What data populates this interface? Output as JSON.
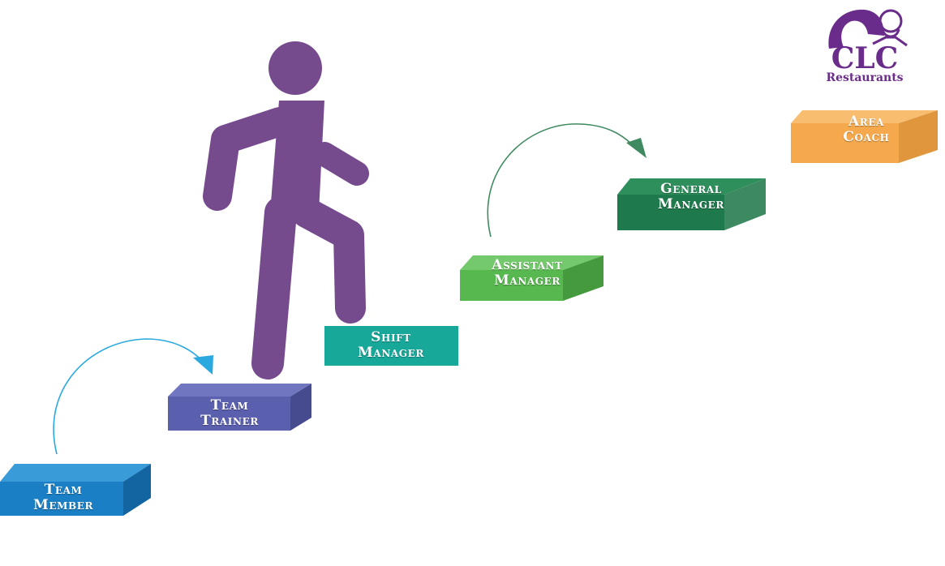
{
  "diagram": {
    "steps": [
      {
        "id": "team-member",
        "line1": "Team",
        "line2": "Member",
        "color": "#1a7fc4",
        "side": "#1265a0",
        "top": "#3a9bd9"
      },
      {
        "id": "team-trainer",
        "line1": "Team",
        "line2": "Trainer",
        "color": "#5a5fae",
        "side": "#464a8e",
        "top": "#7176c0"
      },
      {
        "id": "shift-manager",
        "line1": "Shift",
        "line2": "Manager",
        "color": "#17a89a",
        "side": "#128a7e",
        "top": "#35bcae"
      },
      {
        "id": "assistant-manager",
        "line1": "Assistant",
        "line2": "Manager",
        "color": "#57b84f",
        "side": "#459a3e",
        "top": "#74c96c"
      },
      {
        "id": "general-manager",
        "line1": "General",
        "line2": "Manager",
        "color": "#1e7a4c",
        "side": "#3d8a62",
        "top": "#2e8e5c"
      },
      {
        "id": "area-coach",
        "line1": "Area",
        "line2": "Coach",
        "color": "#f5a94c",
        "side": "#e0963c",
        "top": "#f8bd6e"
      }
    ],
    "arrows": [
      {
        "id": "arrow-member-to-trainer",
        "color": "#2aa8e0"
      },
      {
        "id": "arrow-assistant-to-general",
        "color": "#3f8a60"
      }
    ],
    "figure": {
      "icon": "walking-person-icon",
      "color": "#754b8d"
    }
  },
  "logo": {
    "title": "CLC",
    "subtitle": "Restaurants",
    "color": "#6a2c8a",
    "icon": "taco-bell-kfc-logo-icon"
  }
}
